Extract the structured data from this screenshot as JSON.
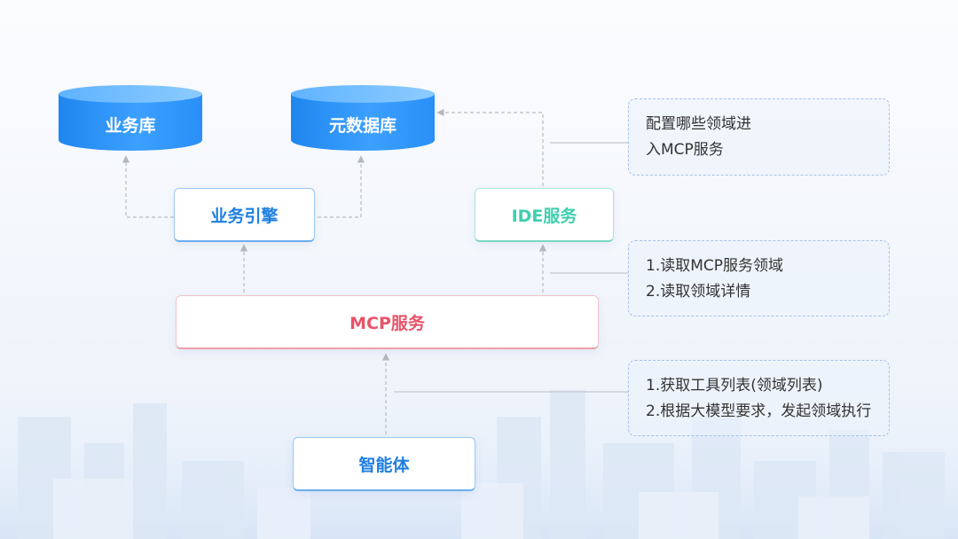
{
  "databases": {
    "business_db": "业务库",
    "metadata_db": "元数据库"
  },
  "nodes": {
    "business_engine": "业务引擎",
    "ide_service": "IDE服务",
    "mcp_service": "MCP服务",
    "agent": "智能体"
  },
  "notes": {
    "ide_config": [
      "配置哪些领域进",
      "入MCP服务"
    ],
    "mcp_read": [
      "1.读取MCP服务领域",
      "2.读取领域详情"
    ],
    "agent_call": [
      "1.获取工具列表(领域列表)",
      "2.根据大模型要求，发起领域执行"
    ]
  },
  "colors": {
    "primary_blue": "#1e7fe0",
    "teal": "#3fcfae",
    "red": "#e85368",
    "connector": "#b8bcc4"
  }
}
